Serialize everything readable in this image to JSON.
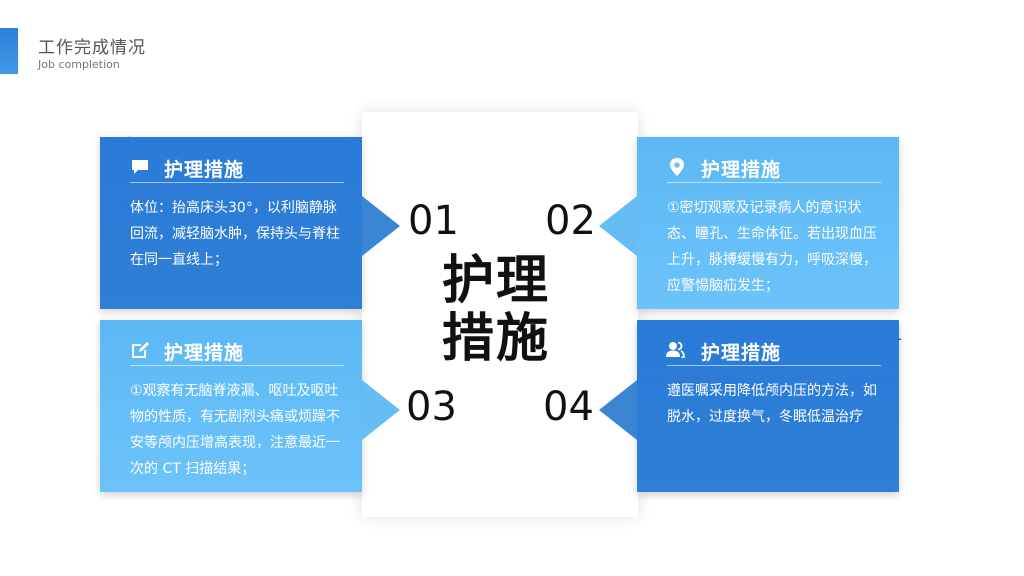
{
  "header": {
    "title": "工作完成情况",
    "subtitle": "Job completion"
  },
  "center": {
    "title_line1": "护理",
    "title_line2": "措施"
  },
  "items": [
    {
      "number": "01",
      "title": "护理措施",
      "text": "体位：抬高床头30°，以利脑静脉回流，减轻脑水肿，保持头与脊柱在同一直线上；",
      "icon": "chat-bubble-icon"
    },
    {
      "number": "02",
      "title": "护理措施",
      "text": "①密切观察及记录病人的意识状态、瞳孔、生命体征。若出现血压上升，脉搏缓慢有力，呼吸深慢，应警惕脑疝发生；",
      "icon": "location-pin-icon"
    },
    {
      "number": "03",
      "title": "护理措施",
      "text": "①观察有无脑脊液漏、呕吐及呕吐物的性质，有无剧烈头痛或烦躁不安等颅内压增高表现，注意最近一次的 CT 扫描结果；",
      "icon": "edit-icon"
    },
    {
      "number": "04",
      "title": "护理措施",
      "text": "遵医嘱采用降低颅内压的方法，如脱水，过度换气，冬眠低温治疗",
      "icon": "users-icon"
    }
  ],
  "colors": {
    "dark_blue": "#2f7fd6",
    "light_blue": "#6cc3f9",
    "accent_triangle_dark": "#3a86d4",
    "accent_triangle_light": "#66bdf4"
  }
}
